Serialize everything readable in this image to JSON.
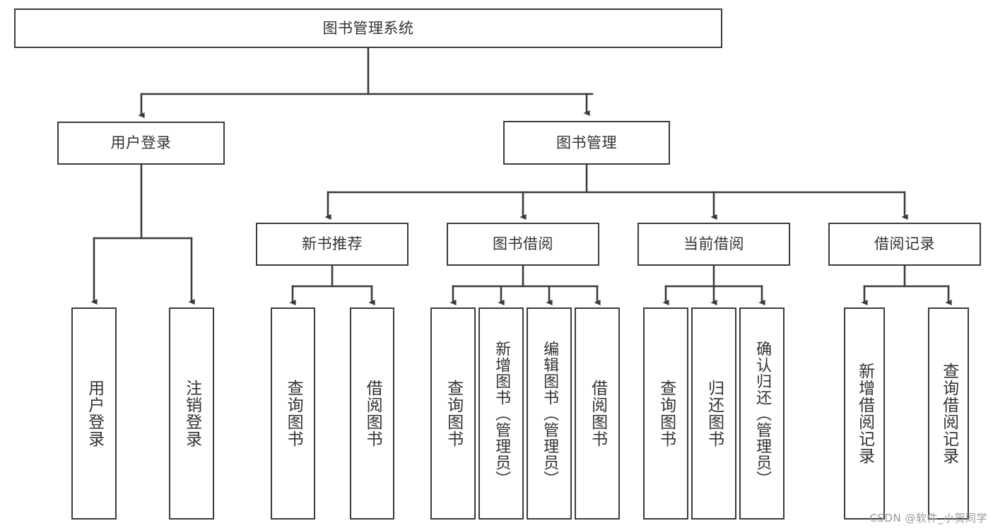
{
  "diagram": {
    "title": "图书管理系统",
    "type": "hierarchy-tree",
    "root": {
      "label": "图书管理系统"
    },
    "level1": [
      {
        "label": "用户登录"
      },
      {
        "label": "图书管理"
      }
    ],
    "level2": [
      {
        "label": "新书推荐"
      },
      {
        "label": "图书借阅"
      },
      {
        "label": "当前借阅"
      },
      {
        "label": "借阅记录"
      }
    ],
    "leaves": {
      "user_login": [
        {
          "label": "用户登录"
        },
        {
          "label": "注销登录"
        }
      ],
      "new_book_recommend": [
        {
          "label": "查询图书"
        },
        {
          "label": "借阅图书"
        }
      ],
      "book_borrow": [
        {
          "label": "查询图书"
        },
        {
          "label": "新增图书（管理员）"
        },
        {
          "label": "编辑图书（管理员）"
        },
        {
          "label": "借阅图书"
        }
      ],
      "current_borrow": [
        {
          "label": "查询图书"
        },
        {
          "label": "归还图书"
        },
        {
          "label": "确认归还（管理员）"
        }
      ],
      "borrow_record": [
        {
          "label": "新增借阅记录"
        },
        {
          "label": "查询借阅记录"
        }
      ]
    }
  },
  "watermark": {
    "text": "CSDN @软件_小贺同学"
  },
  "colors": {
    "border": "#3b3b3b",
    "text": "#333333",
    "background": "#ffffff",
    "watermark": "#9a9a9a"
  }
}
